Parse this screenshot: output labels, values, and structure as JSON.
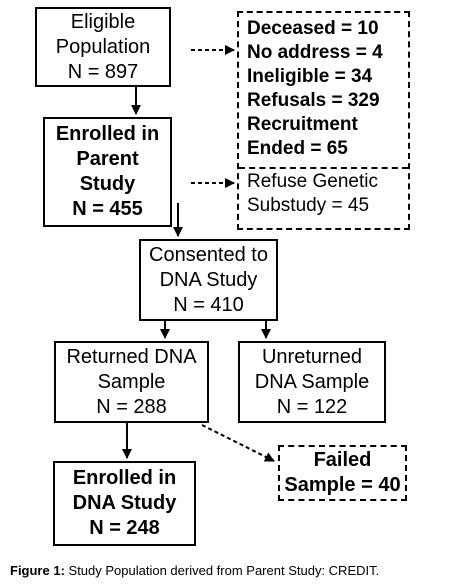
{
  "boxes": {
    "eligible": [
      "Eligible",
      "Population",
      "N = 897"
    ],
    "enrolled_parent": [
      "Enrolled in",
      "Parent",
      "Study",
      "N = 455"
    ],
    "exclusions": [
      "Deceased = 10",
      "No address = 4",
      "Ineligible = 34",
      "Refusals = 329",
      "Recruitment",
      "Ended = 65"
    ],
    "refuse_genetic": [
      "Refuse Genetic",
      "Substudy = 45"
    ],
    "consented": [
      "Consented to",
      "DNA Study",
      "N = 410"
    ],
    "returned": [
      "Returned DNA",
      "Sample",
      "N = 288"
    ],
    "unreturned": [
      "Unreturned",
      "DNA Sample",
      "N = 122"
    ],
    "enrolled_dna": [
      "Enrolled in",
      "DNA Study",
      "N = 248"
    ],
    "failed": [
      "Failed",
      "Sample = 40"
    ]
  },
  "caption": {
    "label": "Figure 1:",
    "text": " Study Population derived from Parent Study: CREDIT."
  }
}
